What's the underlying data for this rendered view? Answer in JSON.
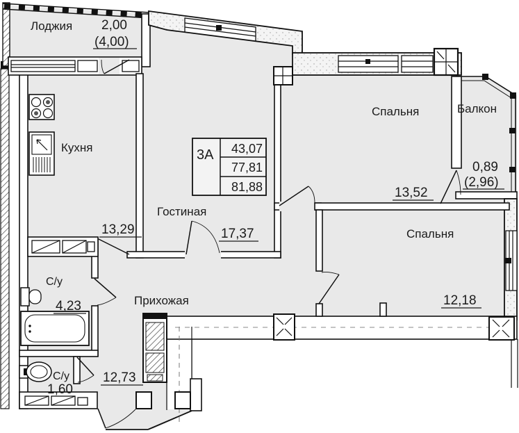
{
  "rooms": {
    "loggia": {
      "name": "Лоджия",
      "area": "2,00",
      "area_coeff": "(4,00)"
    },
    "kitchen": {
      "name": "Кухня",
      "area": "13,29"
    },
    "living_room": {
      "name": "Гостиная",
      "area": "17,37"
    },
    "bedroom_1": {
      "name": "Спальня",
      "area": "13,52"
    },
    "bedroom_2": {
      "name": "Спальня",
      "area": "12,18"
    },
    "balcony": {
      "name": "Балкон",
      "area": "0,89",
      "area_coeff": "(2,96)"
    },
    "hallway": {
      "name": "Прихожая",
      "area": "12,73"
    },
    "bathroom": {
      "name": "С/у",
      "area": "4,23"
    },
    "wc": {
      "name": "С/у",
      "area": "1,60"
    }
  },
  "info_box": {
    "unit": "3А",
    "living_area": "43,07",
    "area_without_balconies": "77,81",
    "total_area": "81,88"
  },
  "colors": {
    "floor_fill": "#e9e9e9",
    "wall_line": "#111111",
    "background": "#ffffff"
  }
}
